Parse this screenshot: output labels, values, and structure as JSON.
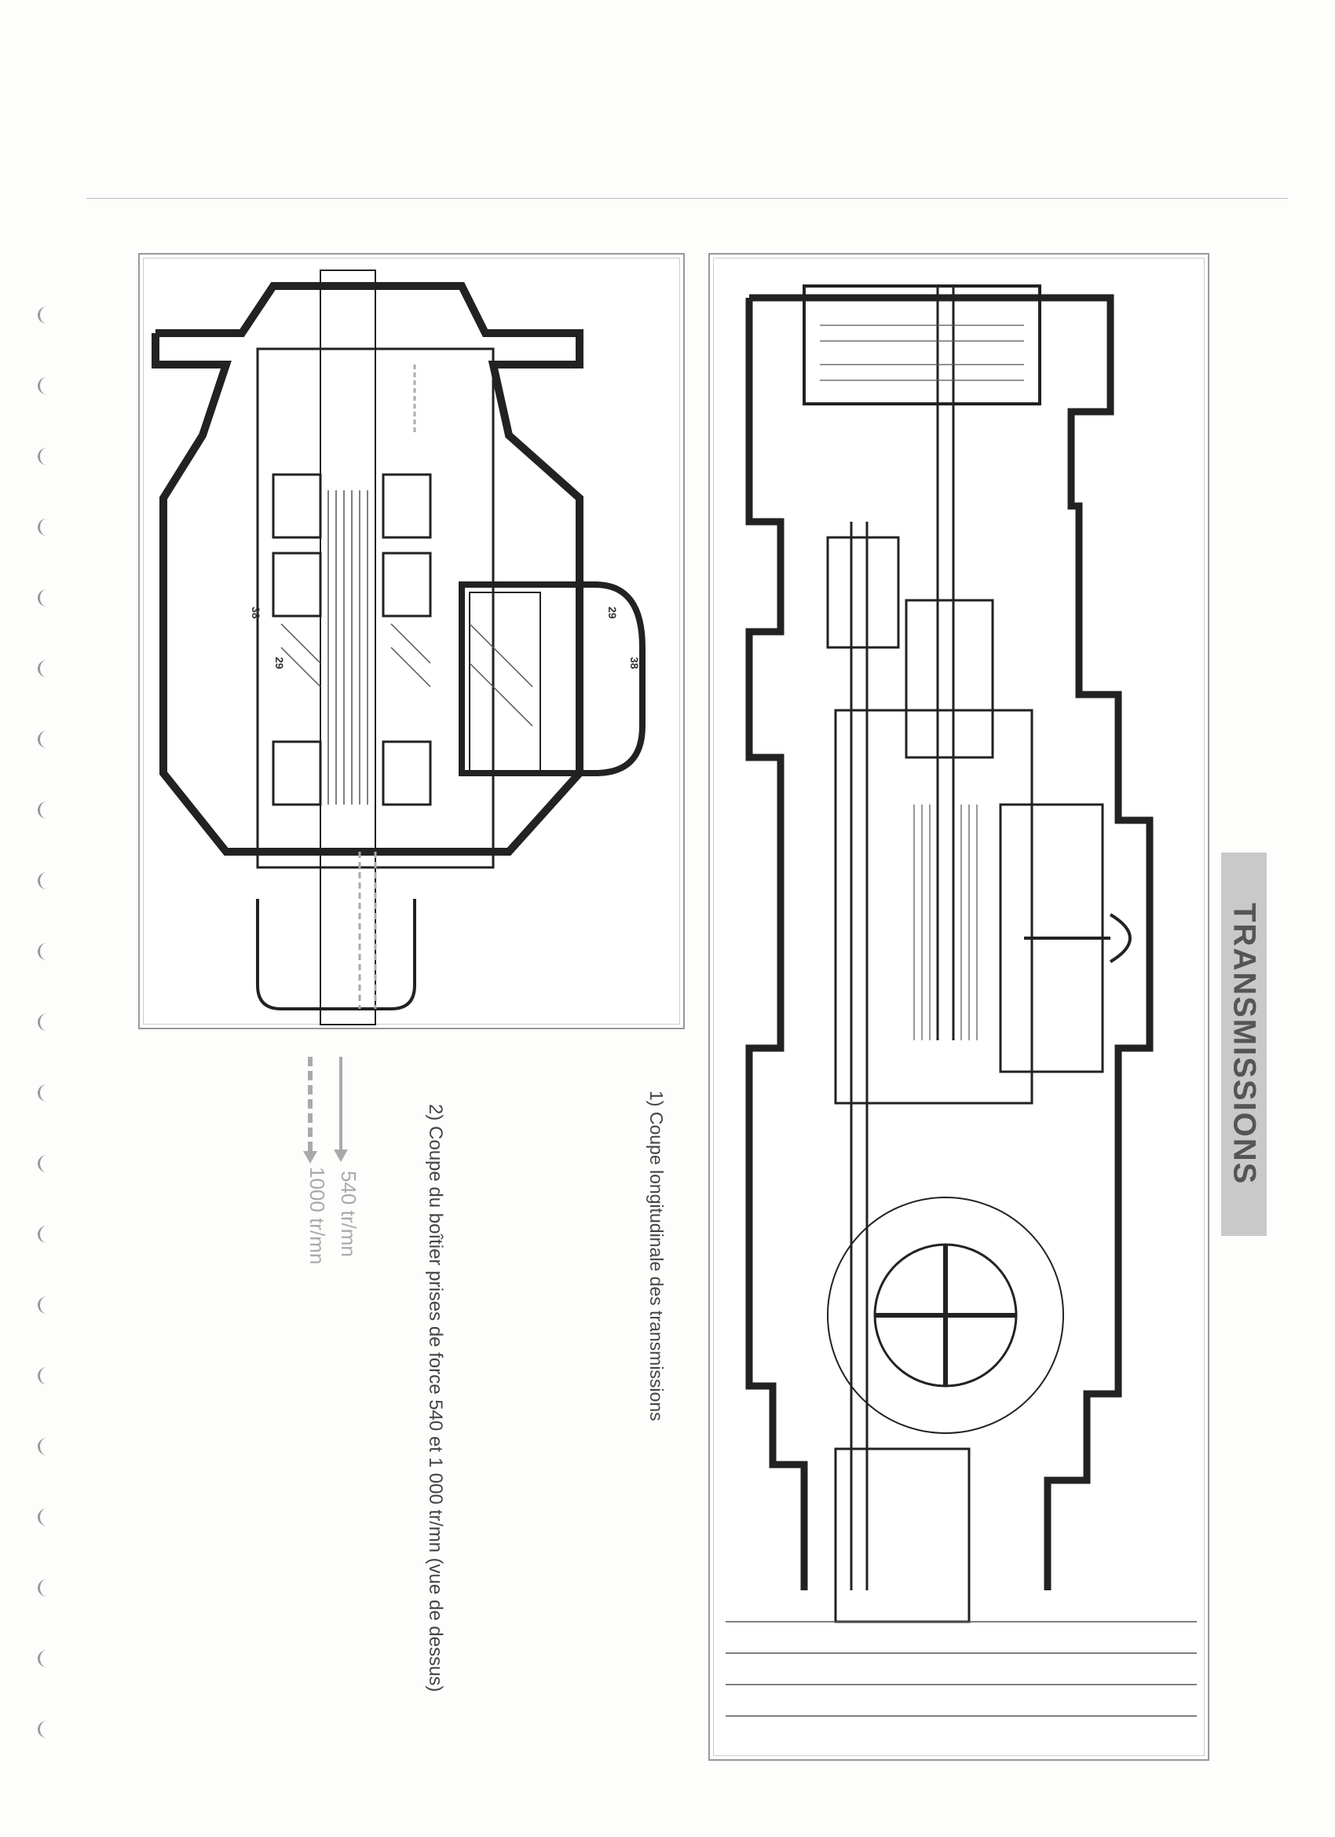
{
  "header": {
    "section_title": "TRANSMISSIONS"
  },
  "figures": [
    {
      "caption": "1) Coupe longitudinale des transmissions"
    },
    {
      "caption": "2) Coupe du boîtier prises de force 540 et 1 000 tr/mn (vue de dessus)",
      "gear_labels": [
        "38",
        "29",
        "29",
        "38"
      ]
    }
  ],
  "legend": [
    {
      "label": "540 tr/mn",
      "line_style": "solid"
    },
    {
      "label": "1000 tr/mn",
      "line_style": "dashed"
    }
  ]
}
